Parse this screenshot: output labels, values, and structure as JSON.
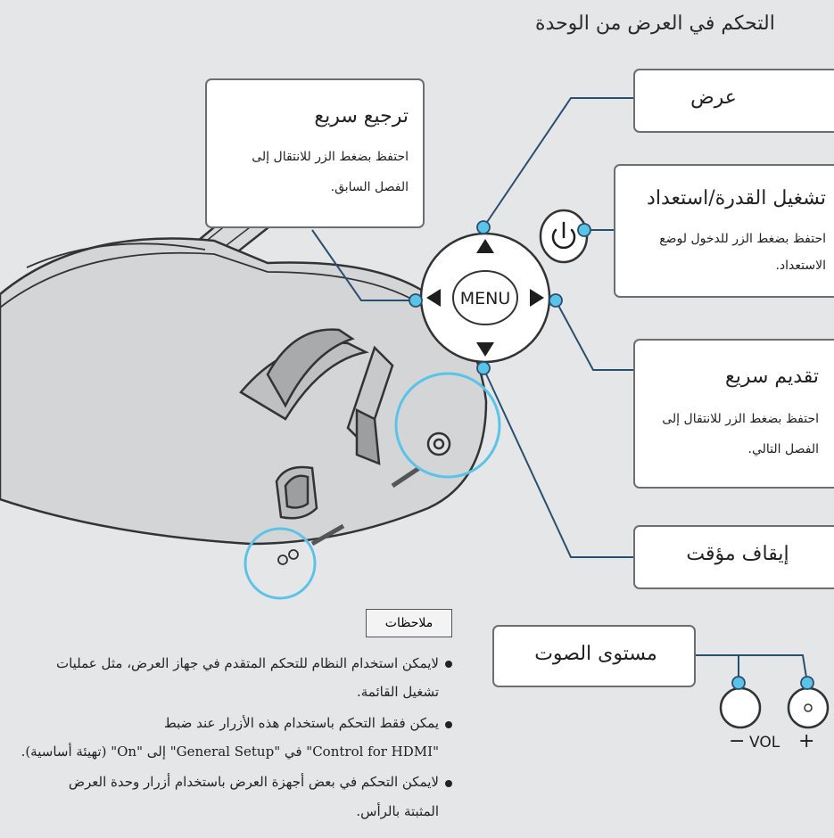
{
  "header": {
    "title": "التحكم في العرض من الوحدة"
  },
  "callouts": {
    "display": {
      "title": "عرض"
    },
    "power": {
      "title": "تشغيل القدرة/استعداد",
      "line1": "احتفظ بضغط الزر للدخول لوضع",
      "line2": "الاستعداد."
    },
    "fast_forward": {
      "title": "تقديم سريع",
      "line1": "احتفظ بضغط الزر للانتقال إلى",
      "line2": "الفصل التالي."
    },
    "pause": {
      "title": "إيقاف مؤقت"
    },
    "fast_rewind": {
      "title": "ترجيع سريع",
      "line1": "احتفظ بضغط الزر للانتقال إلى",
      "line2": "الفصل السابق."
    },
    "volume": {
      "title": "مستوى الصوت"
    }
  },
  "controls": {
    "menu_label": "MENU",
    "vol_minus": "−",
    "vol_label": "VOL",
    "vol_plus": "+"
  },
  "notes": {
    "label": "ملاحظات",
    "items": [
      {
        "line1": "لايمكن استخدام النظام للتحكم المتقدم في جهاز العرض، مثل عمليات",
        "line2": "تشغيل القائمة."
      },
      {
        "line1": "يمكن فقط التحكم باستخدام هذه الأزرار عند ضبط",
        "line2": "\"Control for HDMI\" في \"General Setup\" إلى \"On\" (تهيئة أساسية)."
      },
      {
        "line1": "لايمكن التحكم في بعض أجهزة العرض باستخدام أزرار وحدة العرض",
        "line2": "المثبتة بالرأس."
      }
    ]
  },
  "colors": {
    "background": "#e5e6e8",
    "callout_line": "#2a4f6e",
    "highlight_ring": "#5bc3e8",
    "node_fill": "#5bc3e8"
  },
  "icons": [
    "power-icon",
    "up-arrow-icon",
    "down-arrow-icon",
    "left-arrow-icon",
    "right-arrow-icon"
  ]
}
